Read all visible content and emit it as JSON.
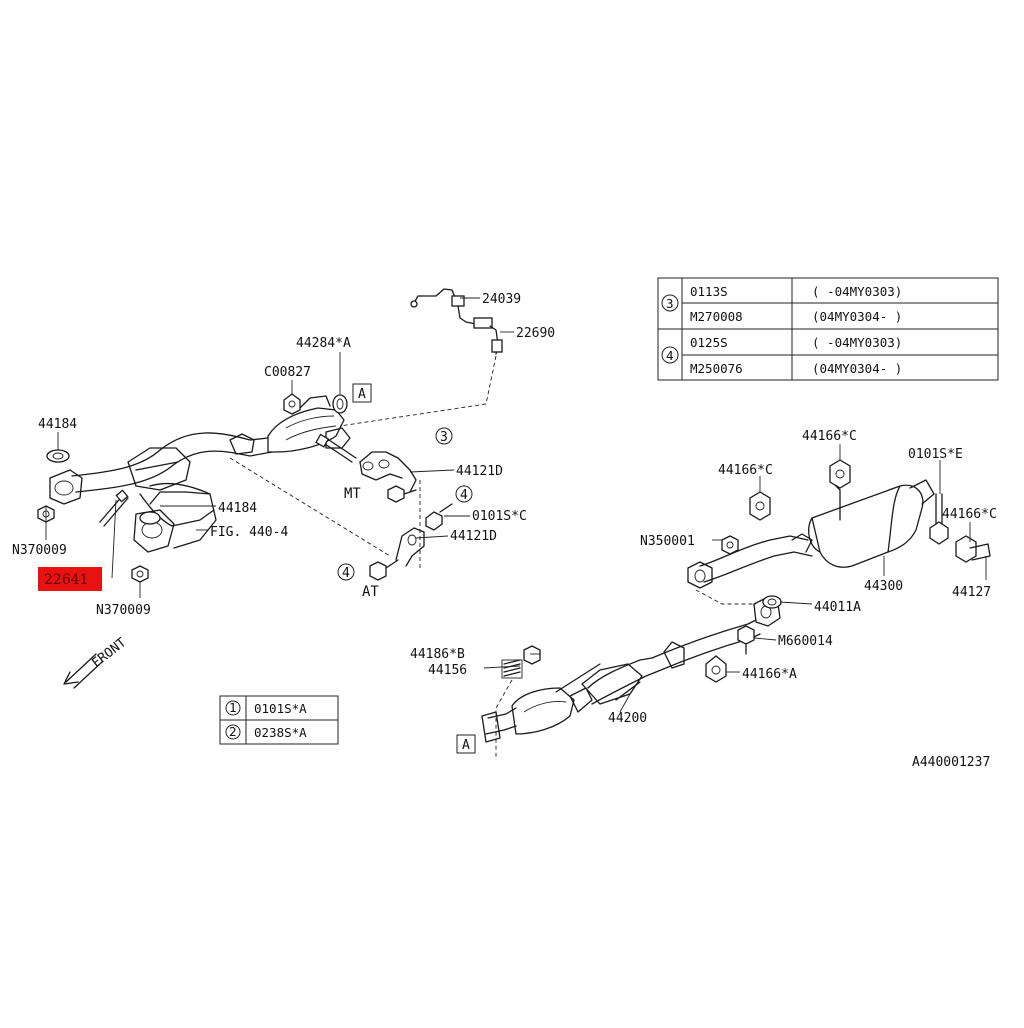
{
  "callouts": {
    "c24039": "24039",
    "c22690": "22690",
    "c44284A": "44284*A",
    "c00827": "C00827",
    "c44184a": "44184",
    "c44184b": "44184",
    "cFig": "FIG. 440-4",
    "cN370009a": "N370009",
    "cN370009b": "N370009",
    "c22641": "22641",
    "cFront": "FRONT",
    "c44121Da": "44121D",
    "c44121Db": "44121D",
    "cMT": "MT",
    "cAT": "AT",
    "c0101SC": "0101S*C",
    "c44166Ca": "44166*C",
    "c44166Cb": "44166*C",
    "c44166Cc": "44166*C",
    "c0101SE": "0101S*E",
    "cN350001": "N350001",
    "c44300": "44300",
    "c44127": "44127",
    "c44011A": "44011A",
    "cM660014": "M660014",
    "c44186B": "44186*B",
    "c44156": "44156",
    "c44166A": "44166*A",
    "c44200": "44200",
    "cDiagramId": "A440001237",
    "refA1": "A",
    "refA2": "A",
    "mark3": "3",
    "mark4a": "4",
    "mark4b": "4"
  },
  "table_variants": {
    "rows": [
      {
        "group": "3",
        "part": "0113S",
        "range": "(      -04MY0303)"
      },
      {
        "group": "",
        "part": "M270008",
        "range": "(04MY0304-      )"
      },
      {
        "group": "4",
        "part": "0125S",
        "range": "(      -04MY0303)"
      },
      {
        "group": "",
        "part": "M250076",
        "range": "(04MY0304-      )"
      }
    ]
  },
  "table_key": {
    "rows": [
      {
        "num": "1",
        "part": "0101S*A"
      },
      {
        "num": "2",
        "part": "0238S*A"
      }
    ]
  },
  "colors": {
    "highlight": "#e81212",
    "ink": "#1a1a1a"
  }
}
